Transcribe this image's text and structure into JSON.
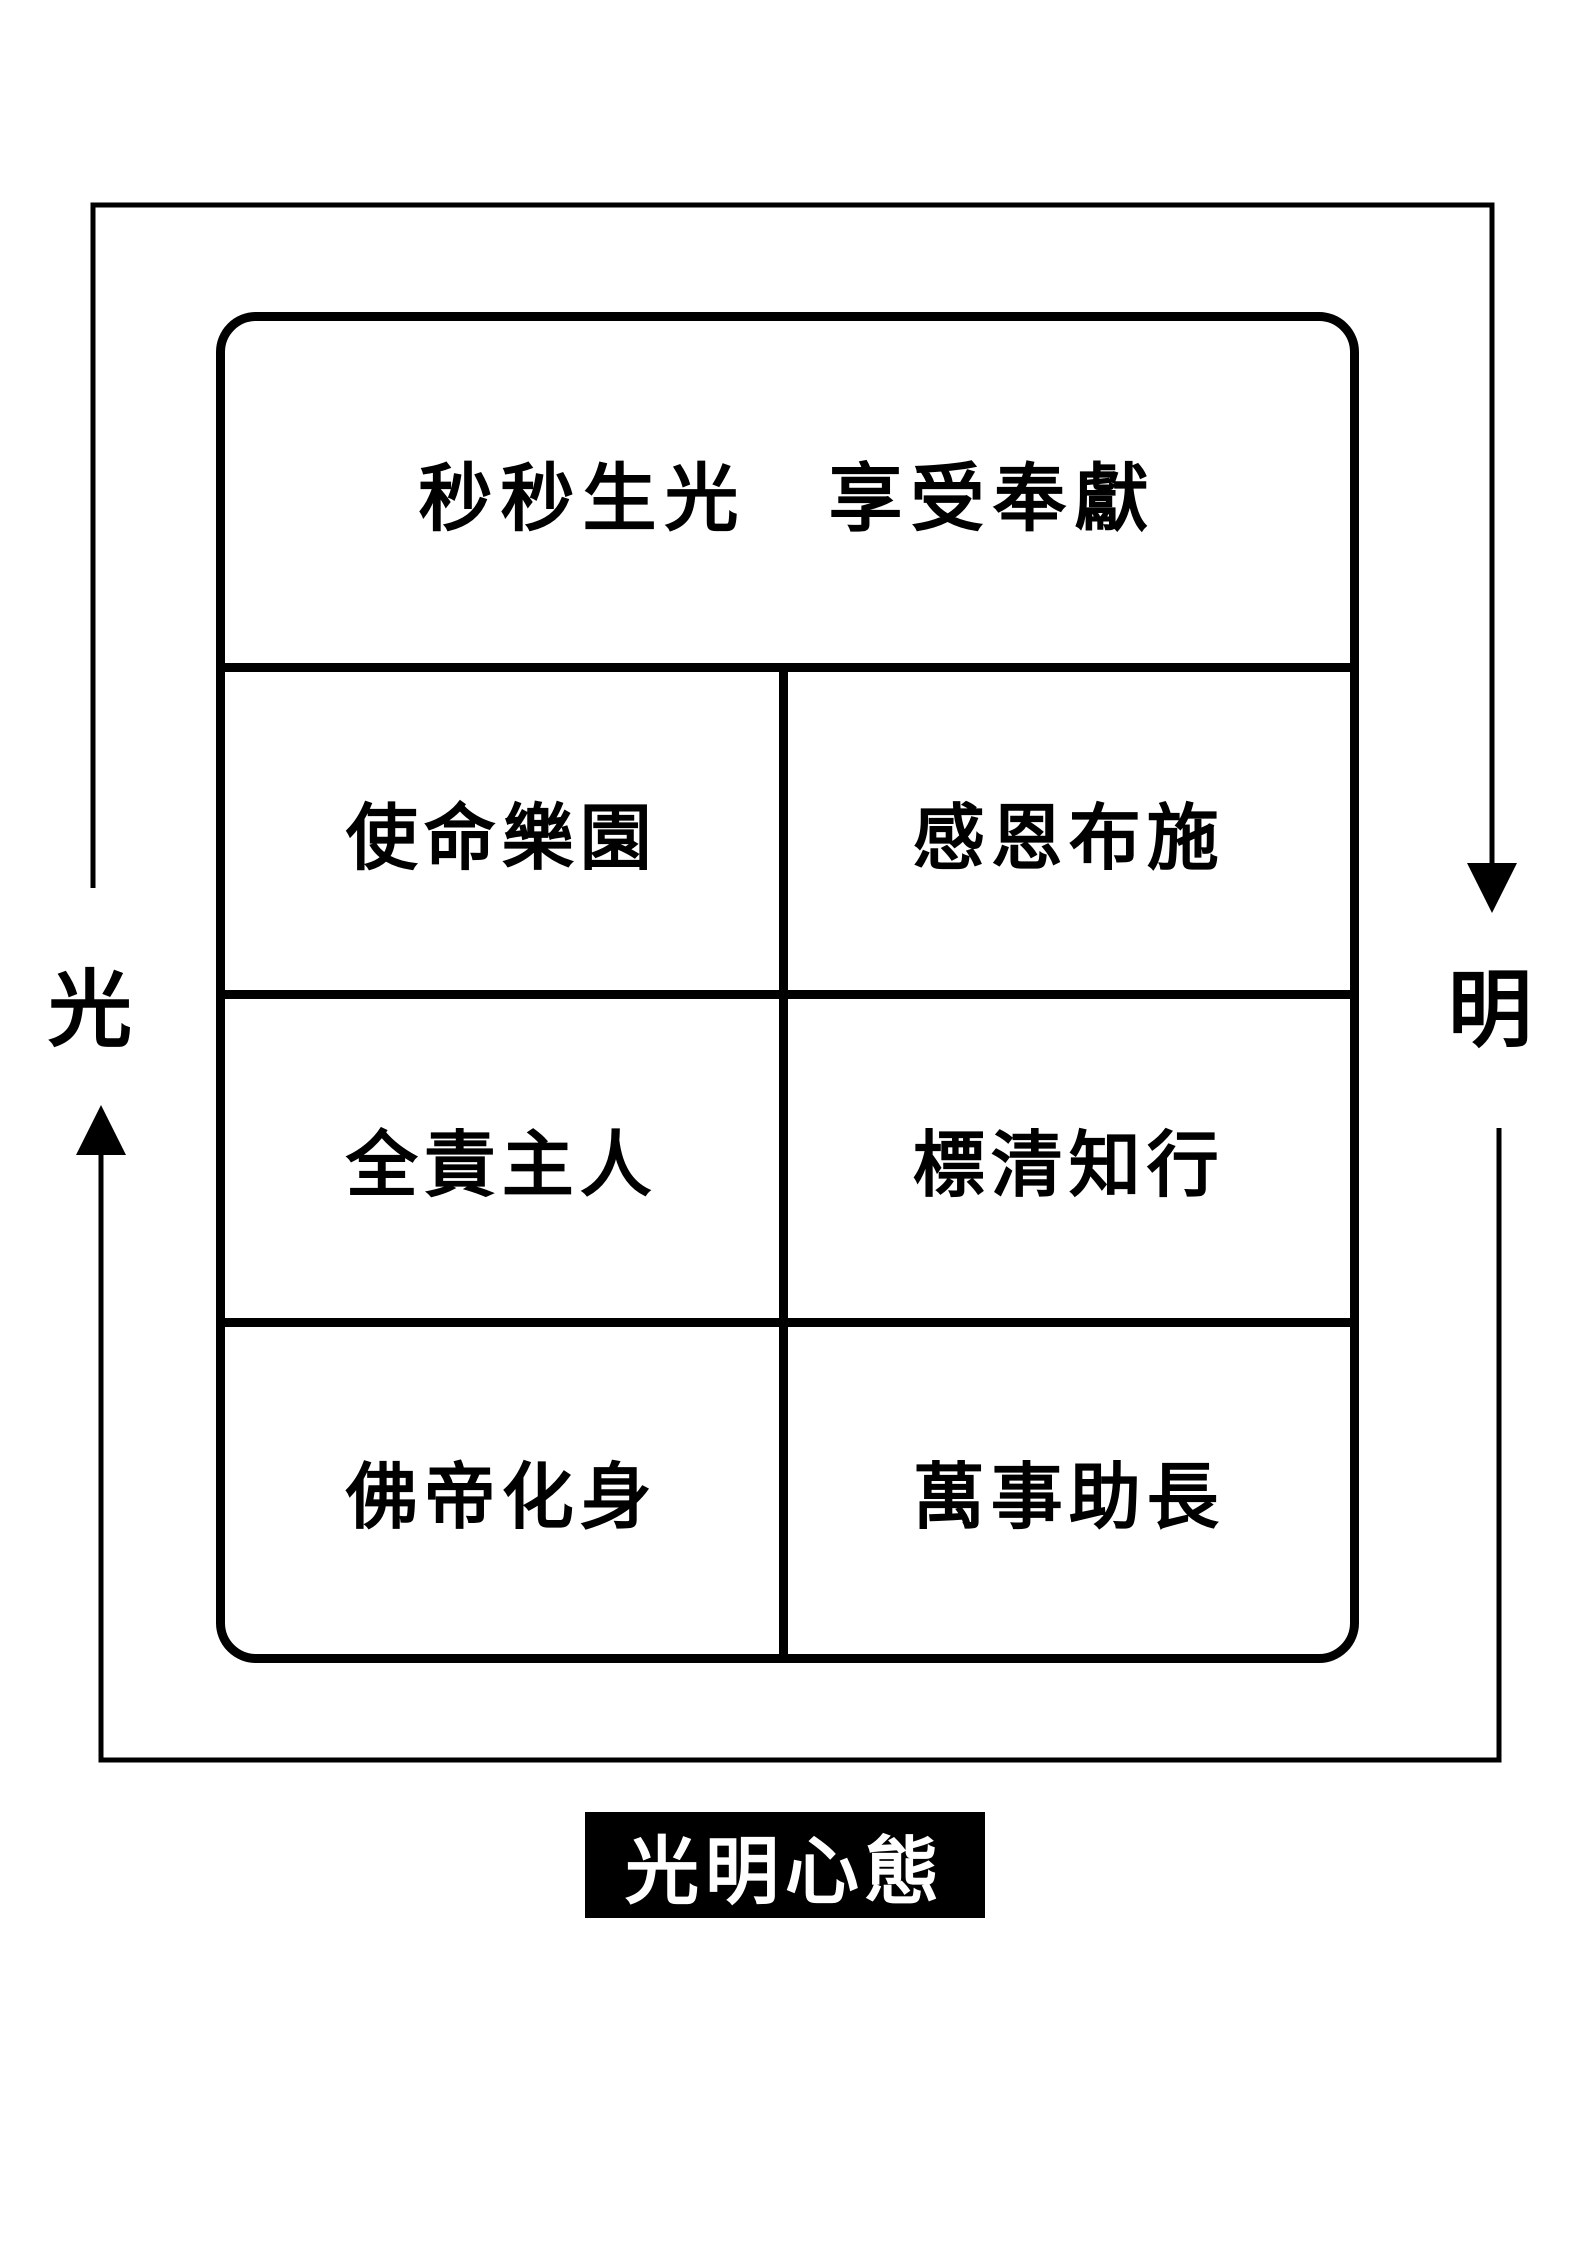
{
  "header": {
    "text": "秒秒生光　享受奉獻"
  },
  "cells": [
    "使命樂園",
    "感恩布施",
    "全責主人",
    "標清知行",
    "佛帝化身",
    "萬事助長"
  ],
  "sides": {
    "left": "光",
    "right": "明"
  },
  "title": "光明心態",
  "colors": {
    "line": "#000000",
    "background": "#ffffff",
    "title_bg": "#000000",
    "title_text": "#ffffff"
  }
}
